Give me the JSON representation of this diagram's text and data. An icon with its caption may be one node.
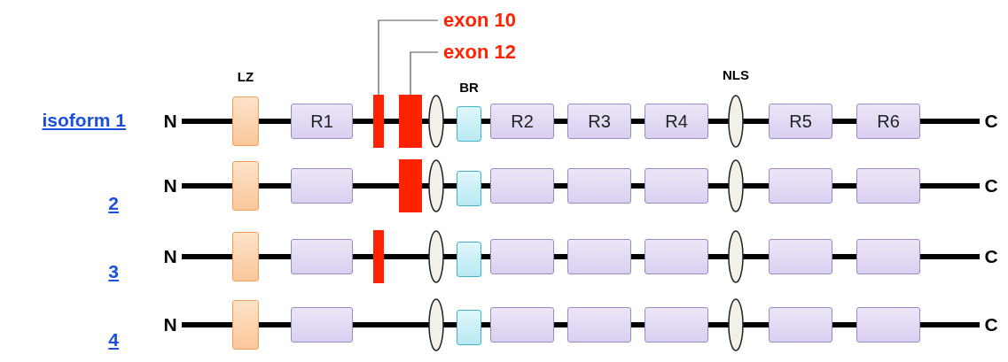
{
  "diagram": {
    "nodes": [
      {
        "text": [
          "exon 10"
        ]
      },
      {
        "text": [
          "exon 12"
        ]
      },
      {
        "text": [],
        "shape": "box"
      },
      {
        "text": [
          "R1"
        ]
      },
      {
        "text": [],
        "shape": "bar"
      },
      {
        "text": [],
        "shape": "bar"
      },
      {
        "text": [],
        "shape": "oval"
      },
      {
        "text": [],
        "shape": "box"
      },
      {
        "text": [
          "R2"
        ]
      },
      {
        "text": [
          "R3"
        ]
      },
      {
        "text": [
          "R4"
        ]
      },
      {
        "text": [],
        "shape": "oval"
      },
      {
        "text": [
          "R5"
        ]
      },
      {
        "text": [
          "R6"
        ]
      },
      {
        "text": [],
        "shape": "box"
      },
      {
        "text": [],
        "shape": "box"
      },
      {
        "text": [],
        "shape": "bar"
      },
      {
        "text": [],
        "shape": "oval"
      },
      {
        "text": [],
        "shape": "box"
      },
      {
        "text": [],
        "shape": "box"
      },
      {
        "text": [],
        "shape": "box"
      },
      {
        "text": [],
        "shape": "box"
      },
      {
        "text": [],
        "shape": "oval"
      },
      {
        "text": [],
        "shape": "box"
      },
      {
        "text": [],
        "shape": "box"
      },
      {
        "text": [],
        "shape": "box"
      },
      {
        "text": [],
        "shape": "box"
      },
      {
        "text": [],
        "shape": "bar"
      },
      {
        "text": [],
        "shape": "oval"
      },
      {
        "text": [],
        "shape": "box"
      },
      {
        "text": [],
        "shape": "box"
      },
      {
        "text": [],
        "shape": "box"
      },
      {
        "text": [],
        "shape": "box"
      },
      {
        "text": [],
        "shape": "oval"
      },
      {
        "text": [],
        "shape": "box"
      },
      {
        "text": [],
        "shape": "box"
      },
      {
        "text": [],
        "shape": "box"
      },
      {
        "text": [],
        "shape": "box"
      },
      {
        "text": [],
        "shape": "oval"
      },
      {
        "text": [],
        "shape": "box"
      },
      {
        "text": [],
        "shape": "box"
      },
      {
        "text": [],
        "shape": "box"
      },
      {
        "text": [],
        "shape": "box"
      },
      {
        "text": [],
        "shape": "oval"
      },
      {
        "text": [],
        "shape": "box"
      },
      {
        "text": [],
        "shape": "box"
      }
    ],
    "edges": [
      {
        "from": 0,
        "to": 4,
        "arrow": "none"
      },
      {
        "from": 1,
        "to": 5,
        "arrow": "none"
      }
    ],
    "labels": [
      "LZ",
      "BR",
      "NLS",
      "isoform 1",
      "N",
      "C",
      "2",
      "N",
      "C",
      "3",
      "N",
      "C",
      "4",
      "N",
      "C"
    ]
  }
}
